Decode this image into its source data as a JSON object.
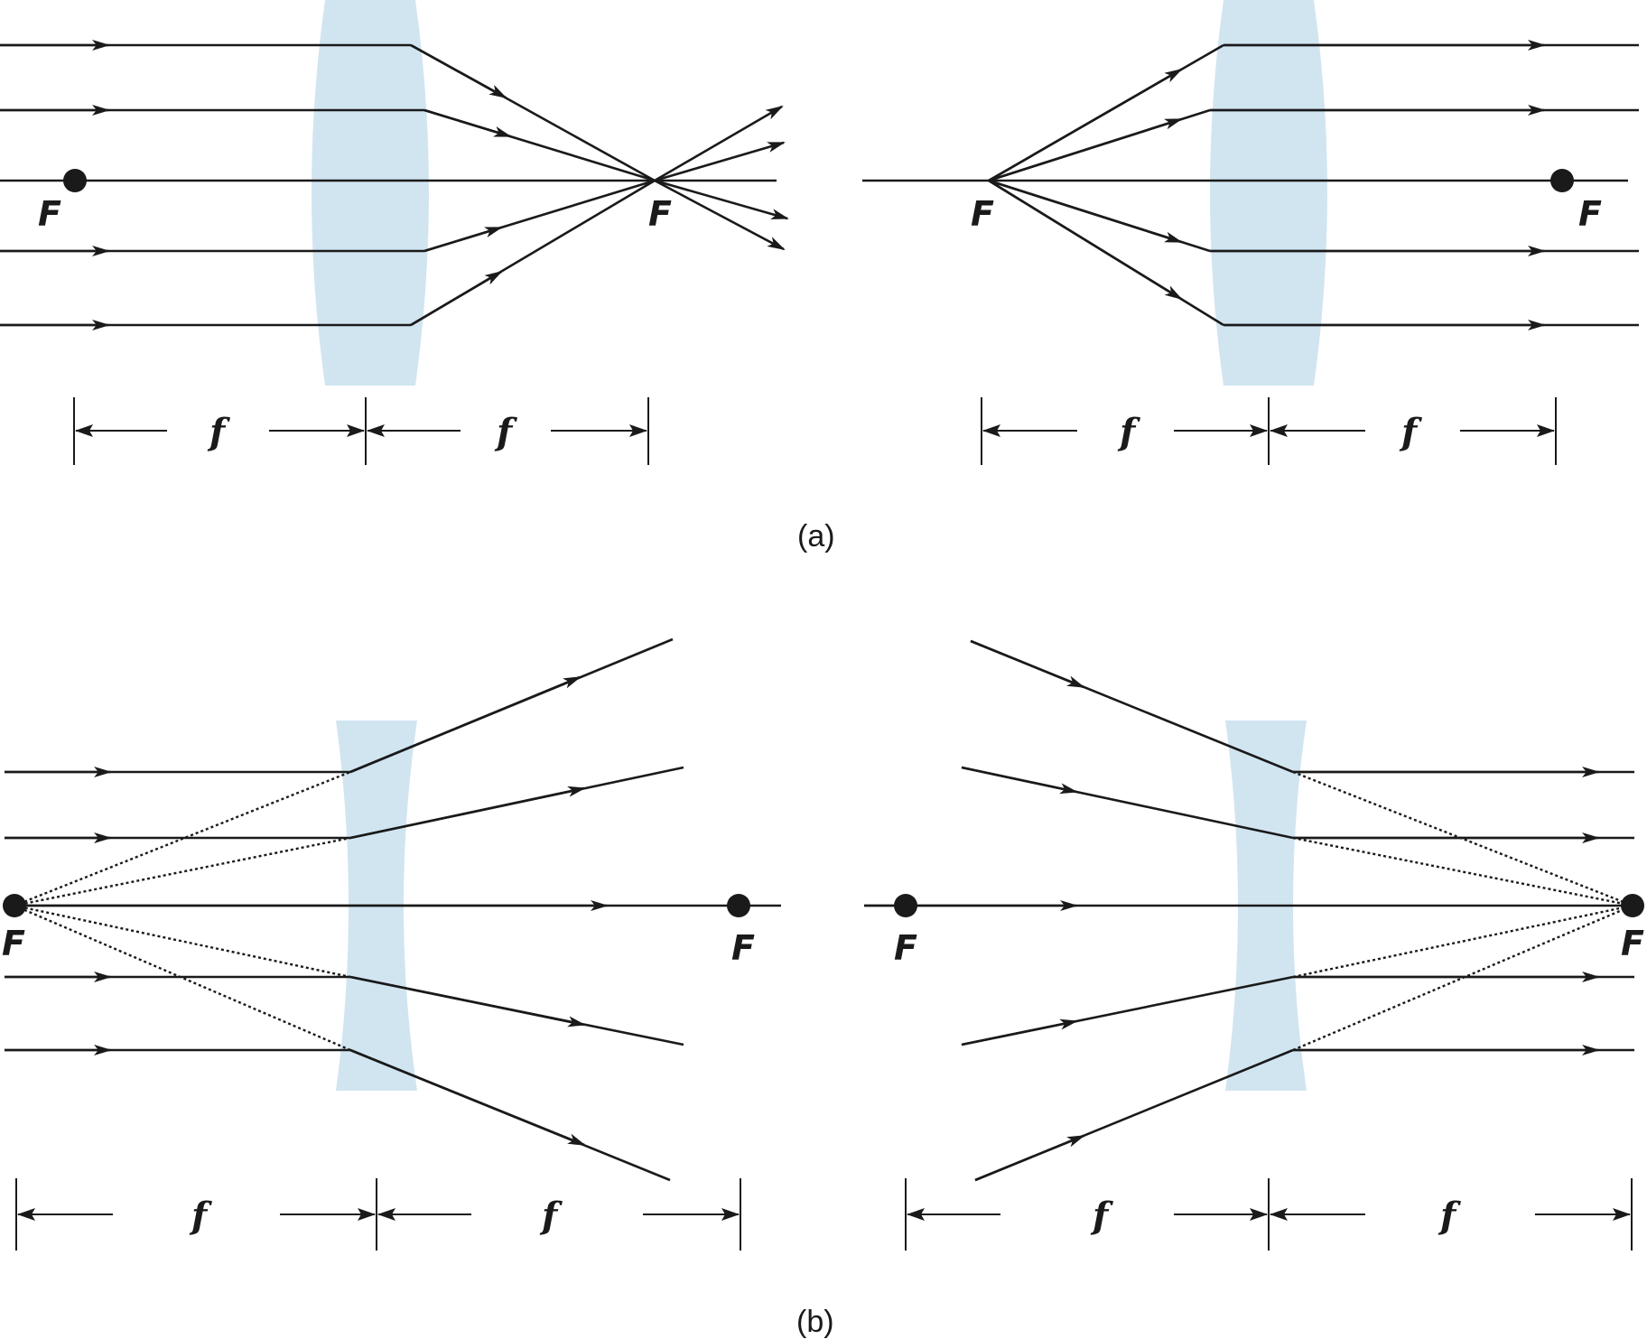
{
  "colors": {
    "lens": "#c9e1ef",
    "ray": "#1a1a1a",
    "background": "#ffffff"
  },
  "labels": {
    "focal_point": "F",
    "focal_length": "f"
  },
  "captions": {
    "a": "(a)",
    "b": "(b)"
  }
}
